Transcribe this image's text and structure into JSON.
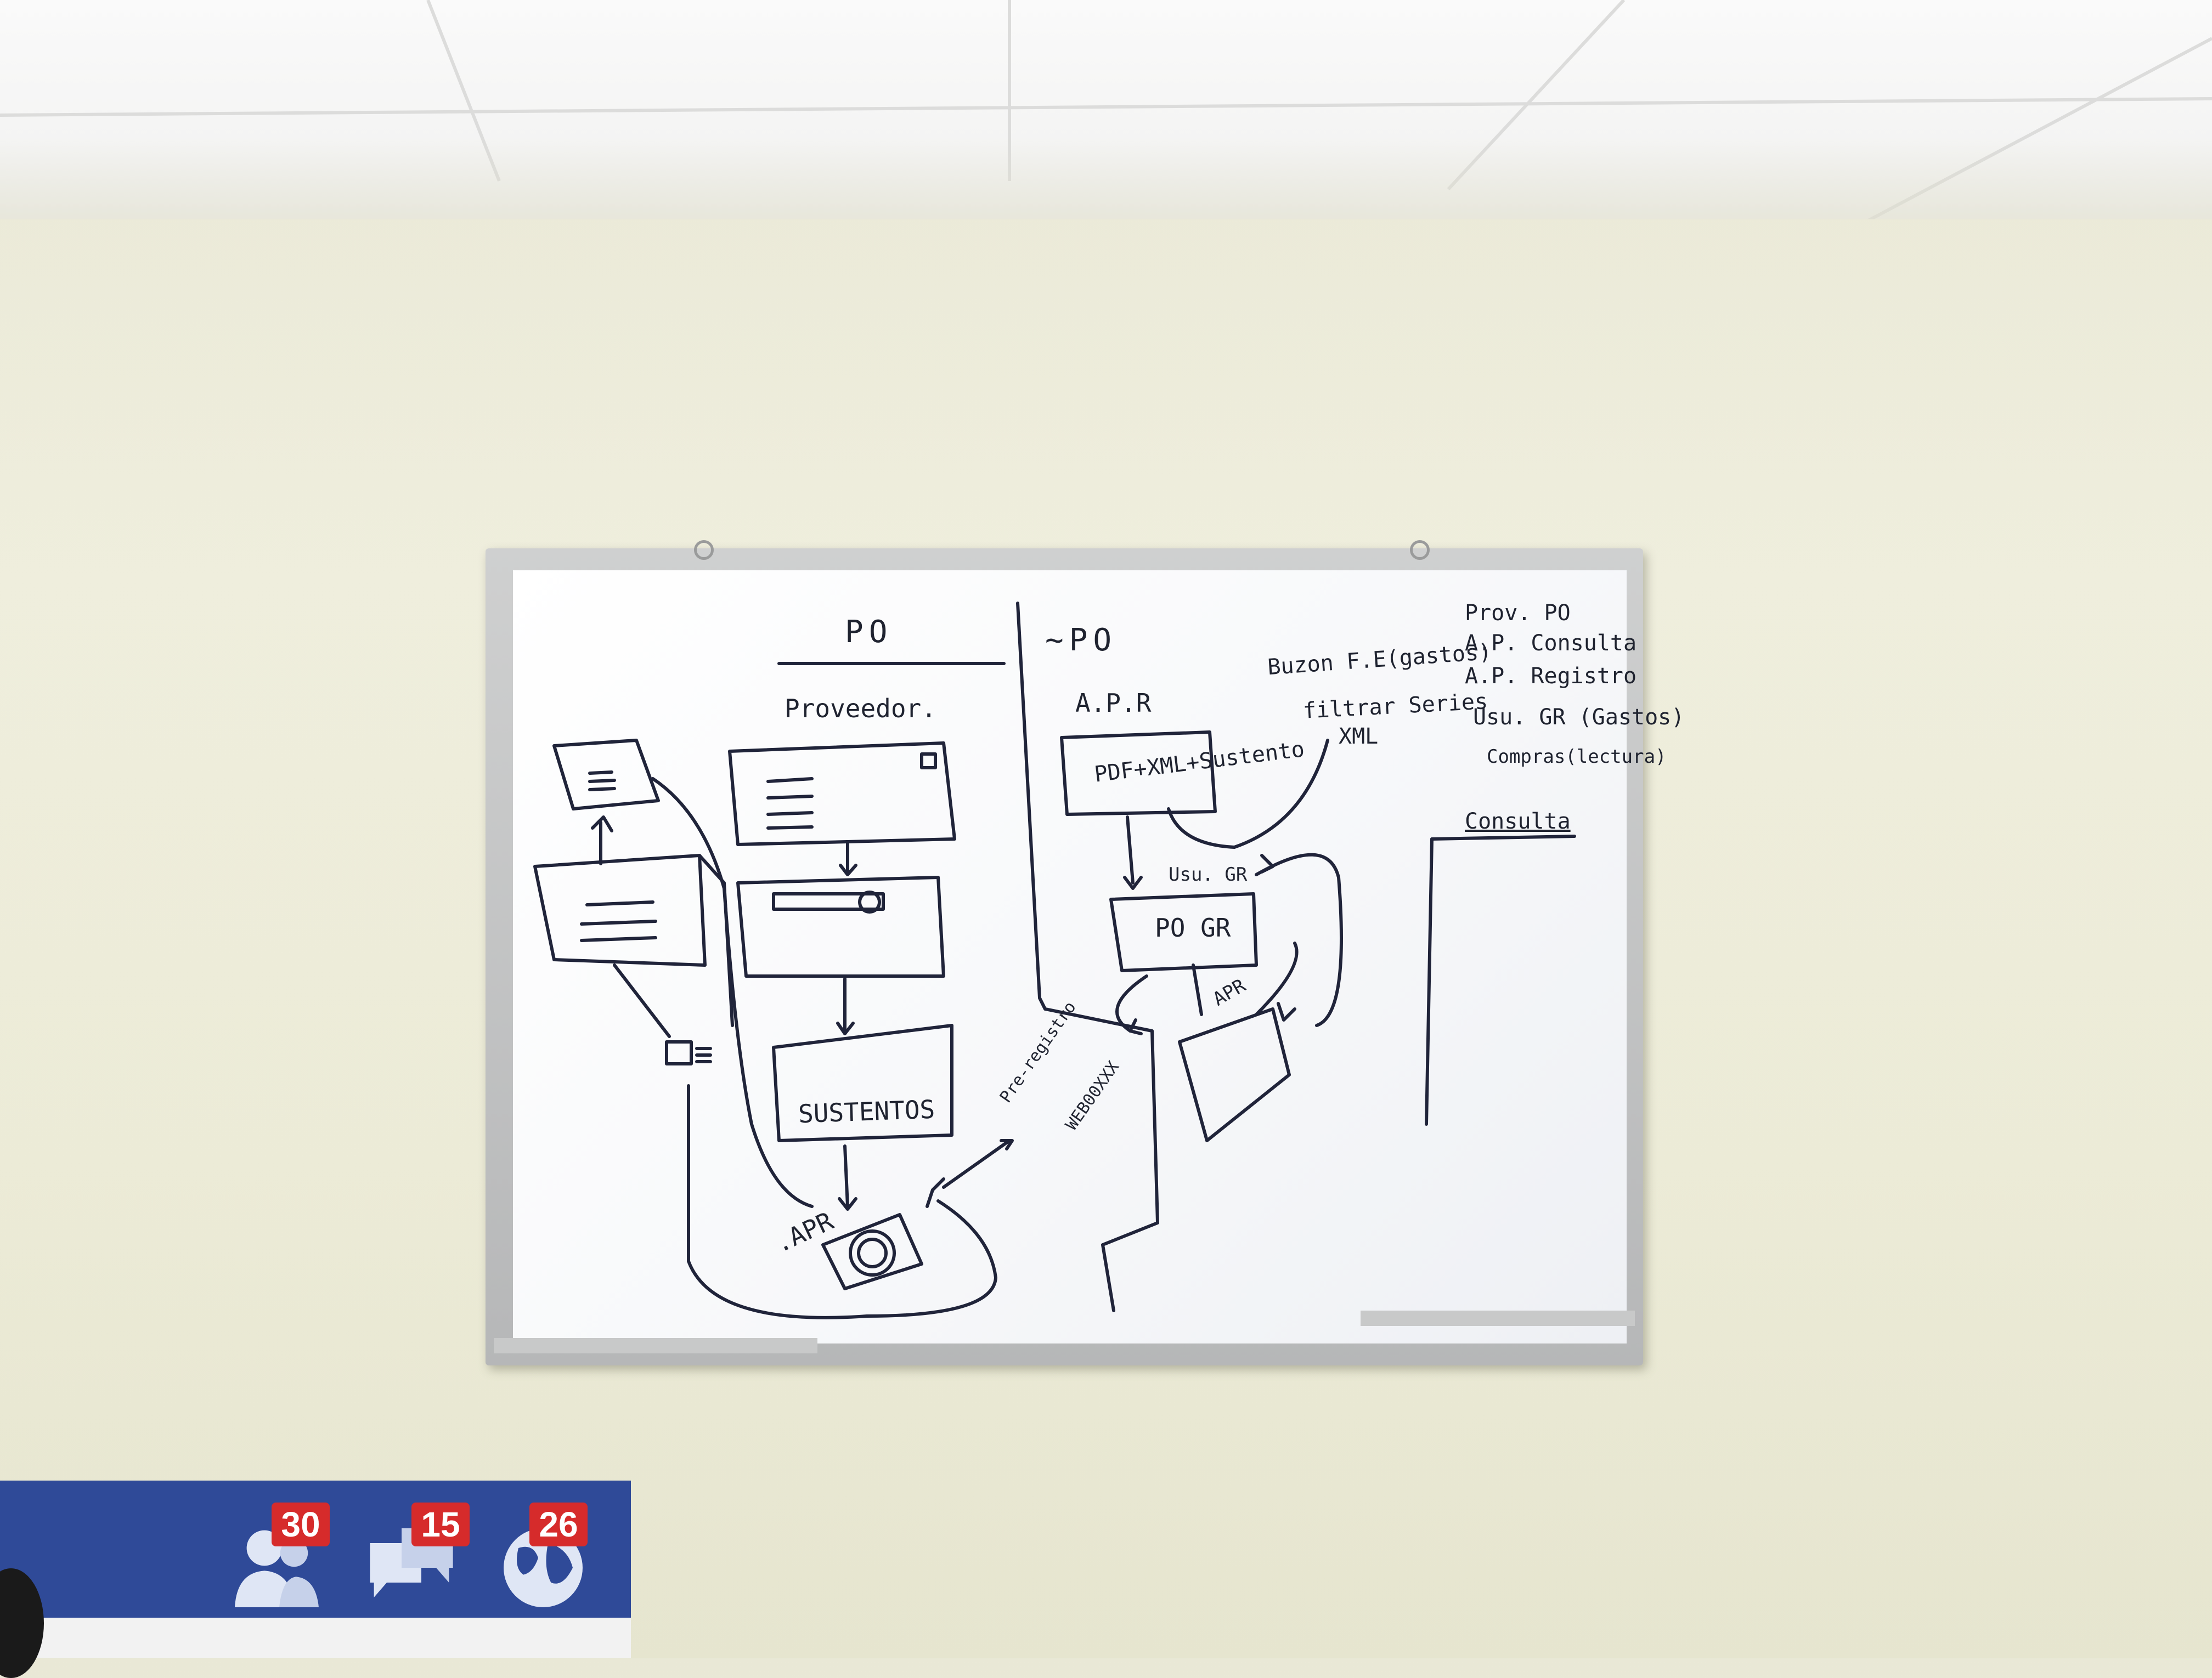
{
  "whiteboard": {
    "po_header": "PO",
    "npo_header": "~PO",
    "proveedor": "Proveedor.",
    "apr_header": "A.P.R",
    "pdf_xml": "PDF+XML+Sustento",
    "usu_gr": "Usu. GR",
    "po_gr": "PO GR",
    "apr_small": "APR",
    "sustentos": "SUSTENTOS",
    "apr_bullet": ".APR",
    "pre_registro": "Pre-registro",
    "webxxx": "WEB00XXX",
    "buzon": "Buzon F.E(gastos)",
    "filtrar": "filtrar Series",
    "xml": "XML",
    "roles": [
      "Prov. PO",
      "A.P. Consulta",
      "A.P. Registro",
      "Usu. GR (Gastos)",
      "Compras(lectura)"
    ],
    "consulta": "Consulta"
  },
  "poster": {
    "friend_requests": "30",
    "messages": "15",
    "notifications": "26"
  }
}
